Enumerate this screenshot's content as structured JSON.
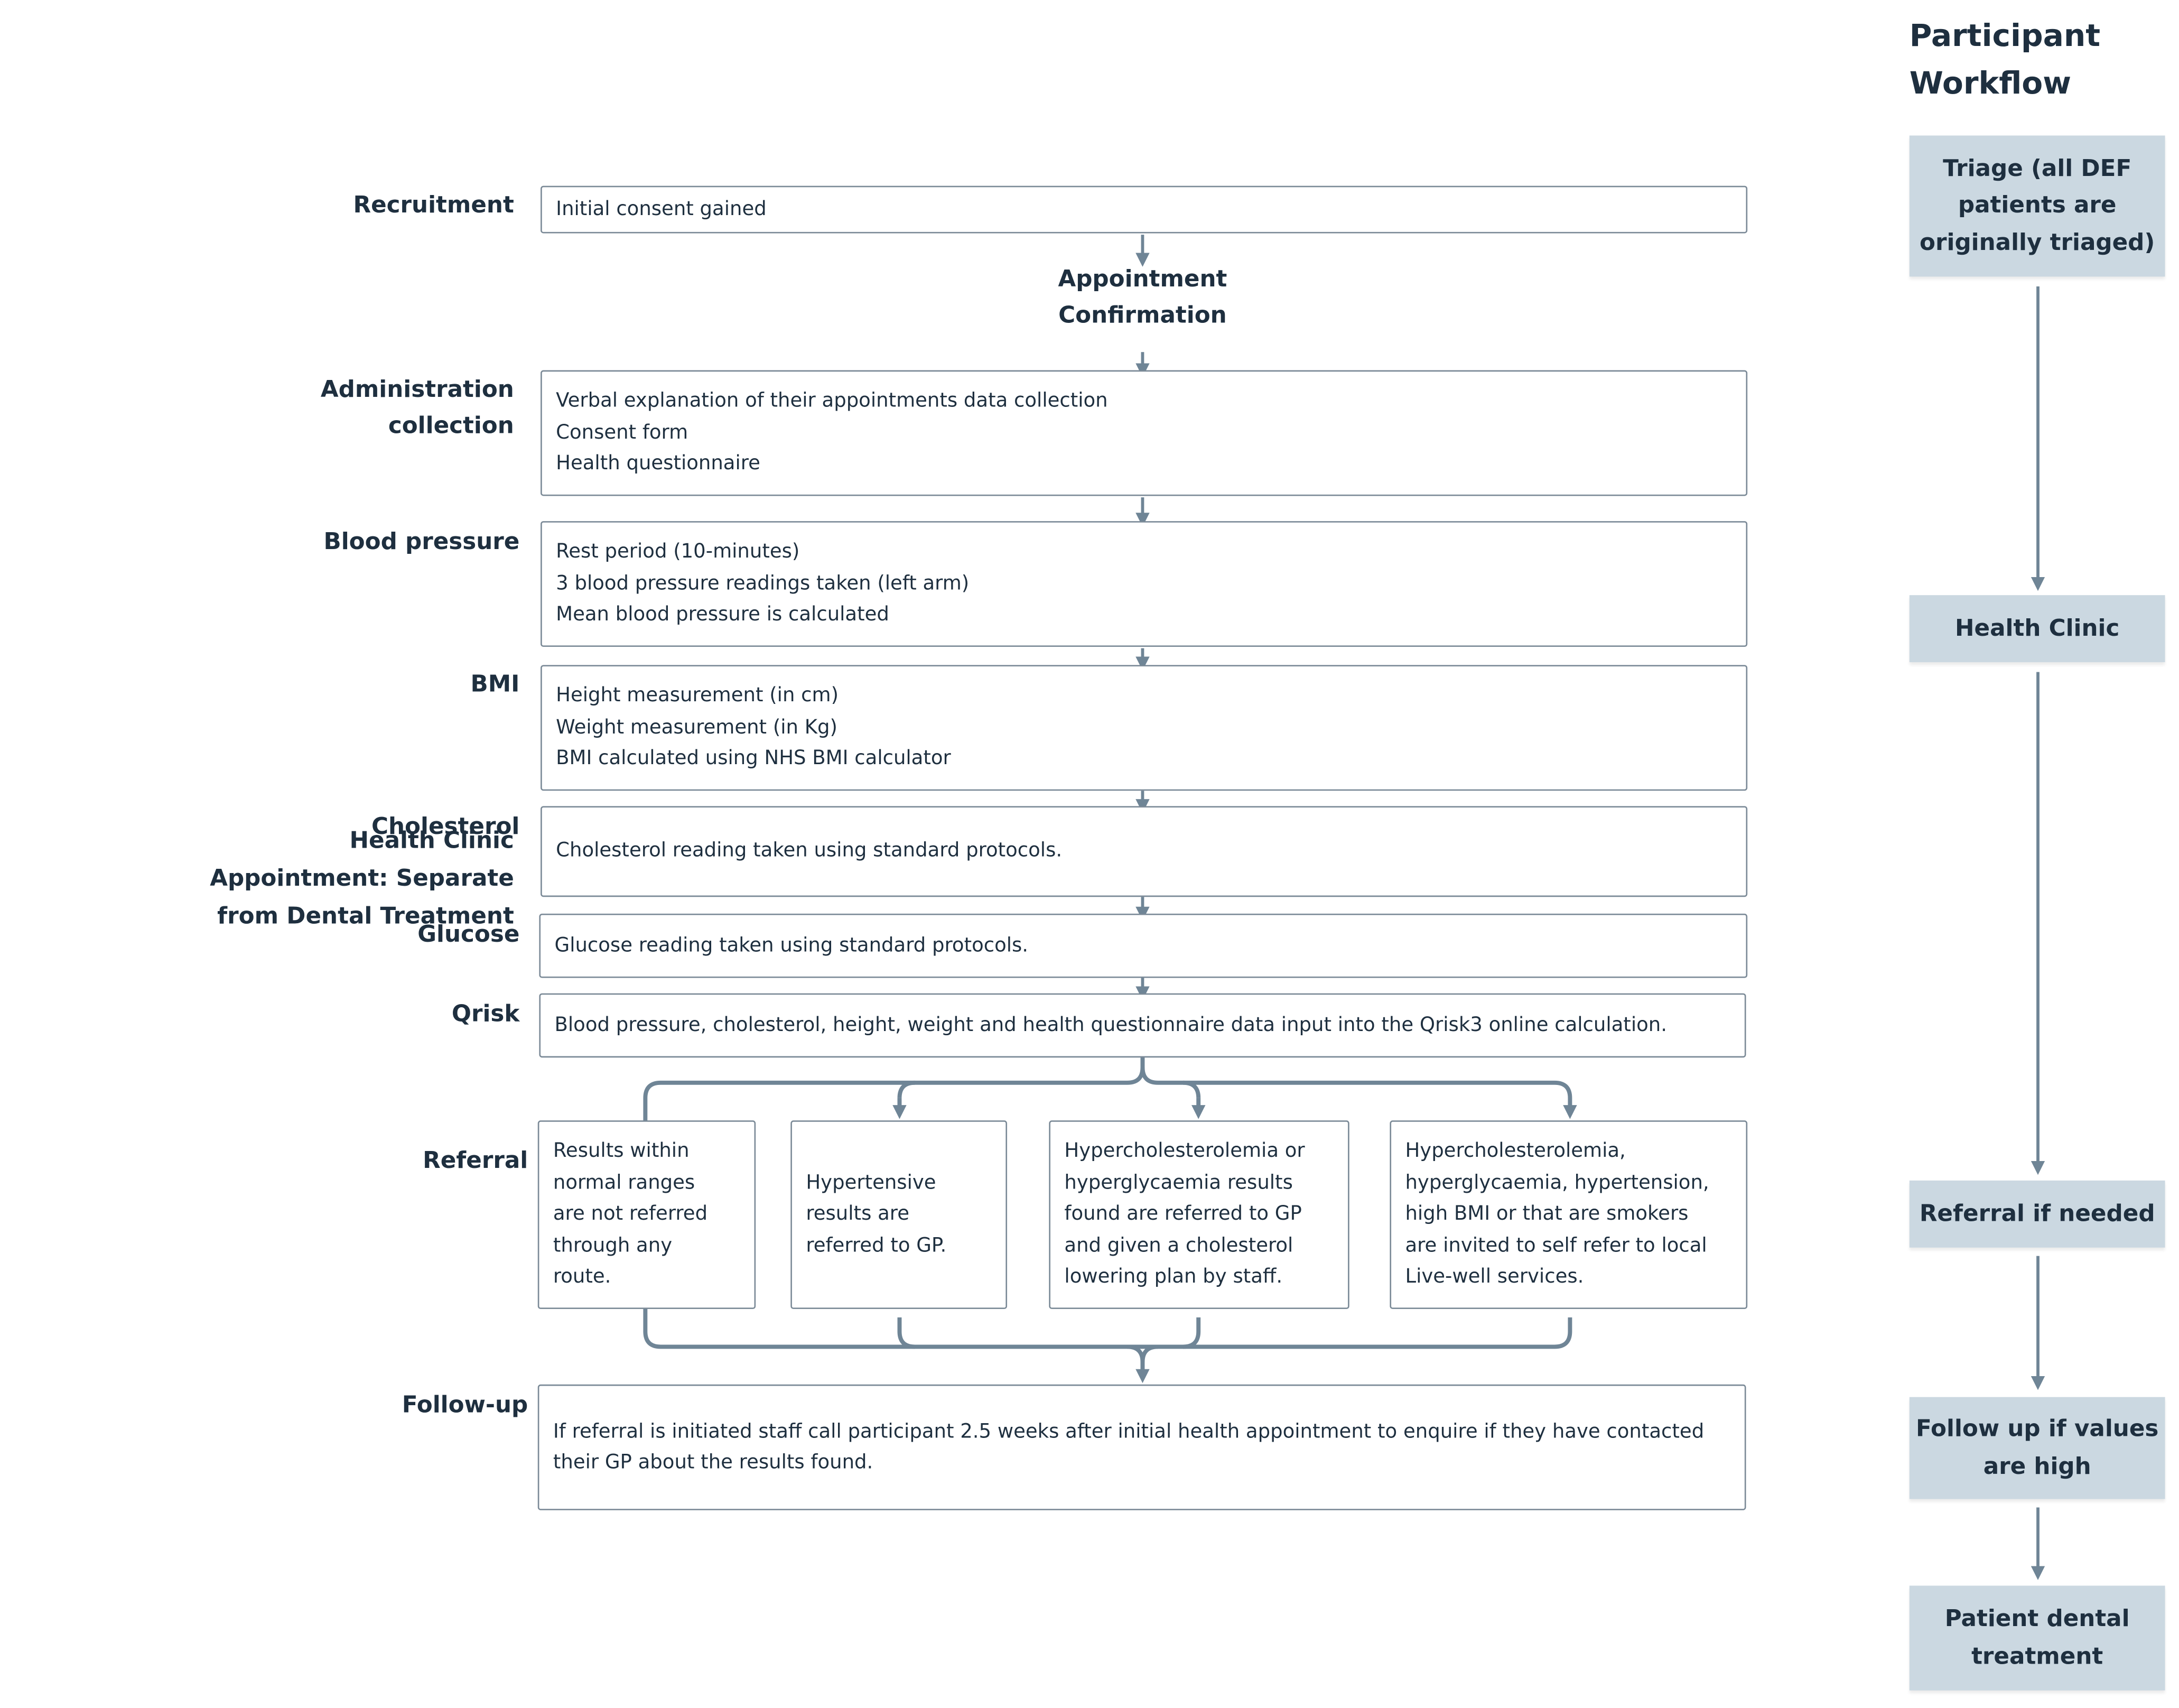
{
  "workflow": {
    "title_lines": [
      "Participant",
      "Workflow"
    ],
    "steps": [
      {
        "lines": [
          "Triage (all DEF",
          "patients are",
          "originally triaged)"
        ]
      },
      {
        "lines": [
          "Health Clinic"
        ]
      },
      {
        "lines": [
          "Referral if needed"
        ]
      },
      {
        "lines": [
          "Follow up if values",
          "are high"
        ]
      },
      {
        "lines": [
          "Patient dental",
          "treatment"
        ]
      }
    ]
  },
  "section_label_lines": [
    "Health Clinic",
    "Appointment: Separate",
    "from Dental Treatment"
  ],
  "appointment_confirmation_lines": [
    "Appointment",
    "Confirmation"
  ],
  "stages": {
    "recruitment": {
      "label": [
        "Recruitment"
      ],
      "lines": [
        "Initial consent gained"
      ]
    },
    "administration": {
      "label": [
        "Administration",
        "collection"
      ],
      "lines": [
        "Verbal explanation of their appointments data collection",
        "Consent form",
        "Health questionnaire"
      ]
    },
    "blood_pressure": {
      "label": [
        "Blood pressure"
      ],
      "lines": [
        "Rest period (10-minutes)",
        "3 blood pressure readings taken (left arm)",
        "Mean blood pressure is calculated"
      ]
    },
    "bmi": {
      "label": [
        "BMI"
      ],
      "lines": [
        "Height measurement (in cm)",
        "Weight measurement (in Kg)",
        "BMI calculated using NHS BMI calculator"
      ]
    },
    "cholesterol": {
      "label": [
        "Cholesterol"
      ],
      "lines": [
        "Cholesterol reading taken using standard protocols."
      ]
    },
    "glucose": {
      "label": [
        "Glucose"
      ],
      "lines": [
        "Glucose reading taken using standard protocols."
      ]
    },
    "qrisk": {
      "label": [
        "Qrisk"
      ],
      "lines": [
        "Blood pressure, cholesterol, height, weight and health questionnaire data input into the Qrisk3 online calculation."
      ]
    },
    "referral": {
      "label": [
        "Referral"
      ],
      "options": [
        {
          "lines": [
            "Results within",
            "normal ranges",
            "are not referred",
            "through any",
            "route."
          ]
        },
        {
          "lines": [
            "Hypertensive",
            "results are",
            "referred to GP."
          ]
        },
        {
          "lines": [
            "Hypercholesterolemia or",
            "hyperglycaemia results",
            "found are referred to GP",
            "and given a cholesterol",
            "lowering plan by staff."
          ]
        },
        {
          "lines": [
            "Hypercholesterolemia,",
            "hyperglycaemia, hypertension,",
            "high BMI or that are smokers",
            "are invited to self refer to local",
            "Live-well services."
          ]
        }
      ]
    },
    "followup": {
      "label": [
        "Follow-up"
      ],
      "text": "If referral is initiated staff call participant 2.5 weeks after initial health appointment to enquire if they have contacted their GP about the results found."
    }
  },
  "colors": {
    "text": "#1e2f3f",
    "border": "#7b8a97",
    "connector": "#6f8596",
    "workflow_fill": "#cbd8e1"
  }
}
